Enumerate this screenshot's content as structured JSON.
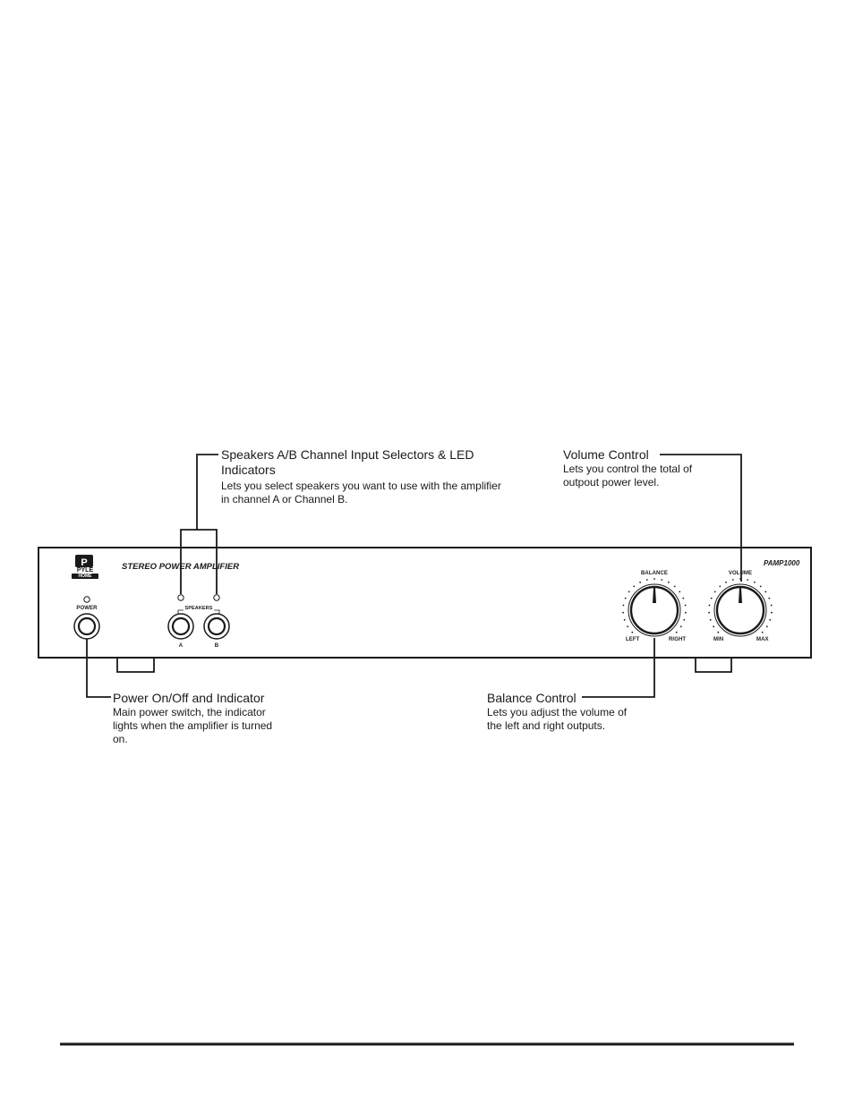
{
  "callouts": {
    "speakers": {
      "title_line1": "Speakers A/B Channel Input Selectors & LED",
      "title_line2": "Indicators",
      "desc_line1": "Lets you select speakers you want to use with the amplifier",
      "desc_line2": "in channel A or Channel B."
    },
    "volume": {
      "title": "Volume Control",
      "desc_line1": "Lets you control the total of",
      "desc_line2": "outpout power level."
    },
    "power": {
      "title": "Power On/Off and Indicator",
      "desc_line1": "Main power switch, the indicator",
      "desc_line2": "lights when the amplifier is turned",
      "desc_line3": "on."
    },
    "balance": {
      "title": "Balance Control",
      "desc_line1": "Lets you adjust the volume of",
      "desc_line2": "the left and right outputs."
    }
  },
  "panel": {
    "brand_top": "PYLE",
    "brand_bottom": "HOME",
    "product_name": "STEREO POWER AMPLIFIER",
    "model": "PAMP1000",
    "power_label": "POWER",
    "speakers_label": "SPEAKERS",
    "speaker_a": "A",
    "speaker_b": "B",
    "balance_label": "BALANCE",
    "balance_left": "LEFT",
    "balance_right": "RIGHT",
    "volume_label": "VOLUME",
    "volume_min": "MIN",
    "volume_max": "MAX"
  },
  "colors": {
    "line": "#1a1a1a",
    "background": "#ffffff"
  }
}
